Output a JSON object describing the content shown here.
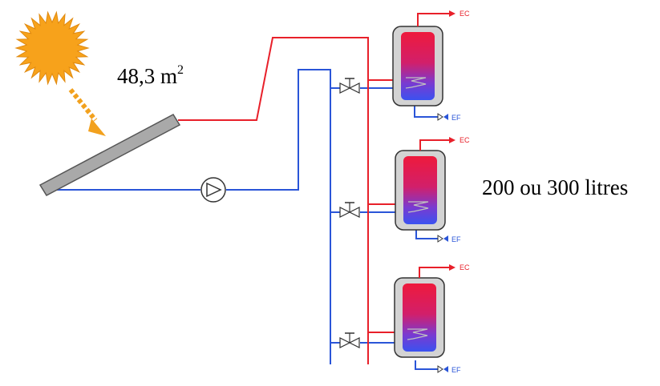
{
  "collector": {
    "area_value": "48,3 m",
    "area_exponent": "2"
  },
  "tank_capacity": "200 ou 300 litres",
  "tanks": [
    {
      "hot_outlet": "EC",
      "cold_inlet": "EF"
    },
    {
      "hot_outlet": "EC",
      "cold_inlet": "EF"
    },
    {
      "hot_outlet": "EC",
      "cold_inlet": "EF"
    }
  ],
  "colors": {
    "hot_pipe": "#e8202a",
    "cold_pipe": "#2a55d8",
    "sun": "#f7a21b",
    "sun_ray_arrow": "#f2a11e",
    "collector": "#a9a9a9",
    "tank_jacket": "#d3d3d3",
    "tank_hot": "#ee1a3c",
    "tank_cold": "#3a52f0"
  }
}
